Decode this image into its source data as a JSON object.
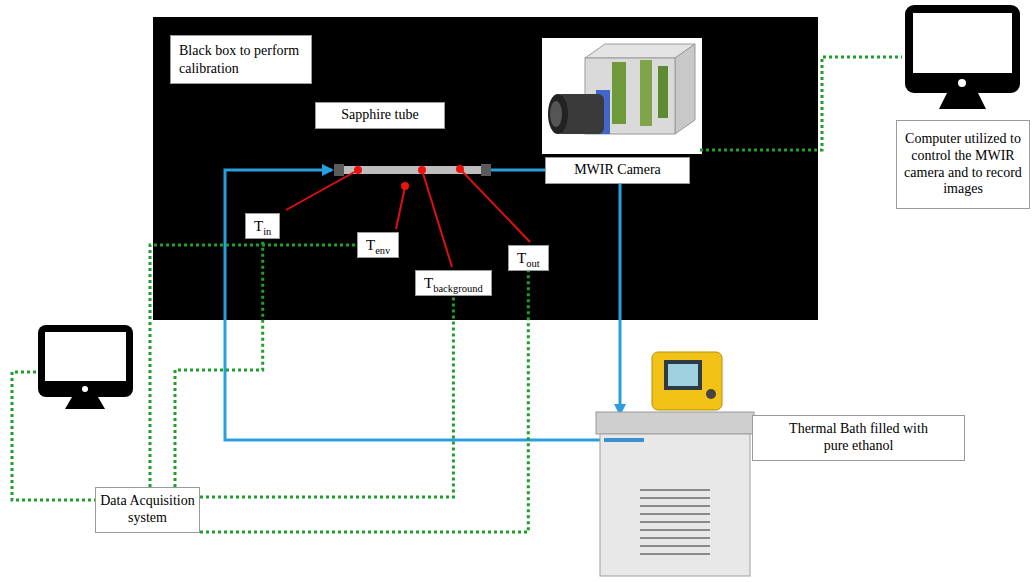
{
  "diagram": {
    "nodes": [
      {
        "text": [
          "Black box to perform calibration"
        ]
      },
      {
        "text": [
          "Sapphire tube"
        ],
        "in": 0
      },
      {
        "text": [
          "MWIR Camera"
        ],
        "in": 0
      },
      {
        "text": [
          "Tin"
        ],
        "in": 0
      },
      {
        "text": [
          "Tenv"
        ],
        "in": 0
      },
      {
        "text": [
          "Tbackground"
        ],
        "in": 0
      },
      {
        "text": [
          "Tout"
        ],
        "in": 0
      },
      {
        "text": [
          "Computer utilized to control the MWIR camera and to record images"
        ]
      },
      {
        "text": [
          "Data Acquisition system"
        ]
      },
      {
        "text": [
          "Thermal Bath filled with pure ethanol"
        ]
      }
    ],
    "edges": [
      {
        "from": 8,
        "to": 3,
        "arrow": "none"
      },
      {
        "from": 8,
        "to": 4,
        "arrow": "none"
      },
      {
        "from": 8,
        "to": 5,
        "arrow": "none"
      },
      {
        "from": 8,
        "to": 6,
        "arrow": "none"
      }
    ]
  }
}
